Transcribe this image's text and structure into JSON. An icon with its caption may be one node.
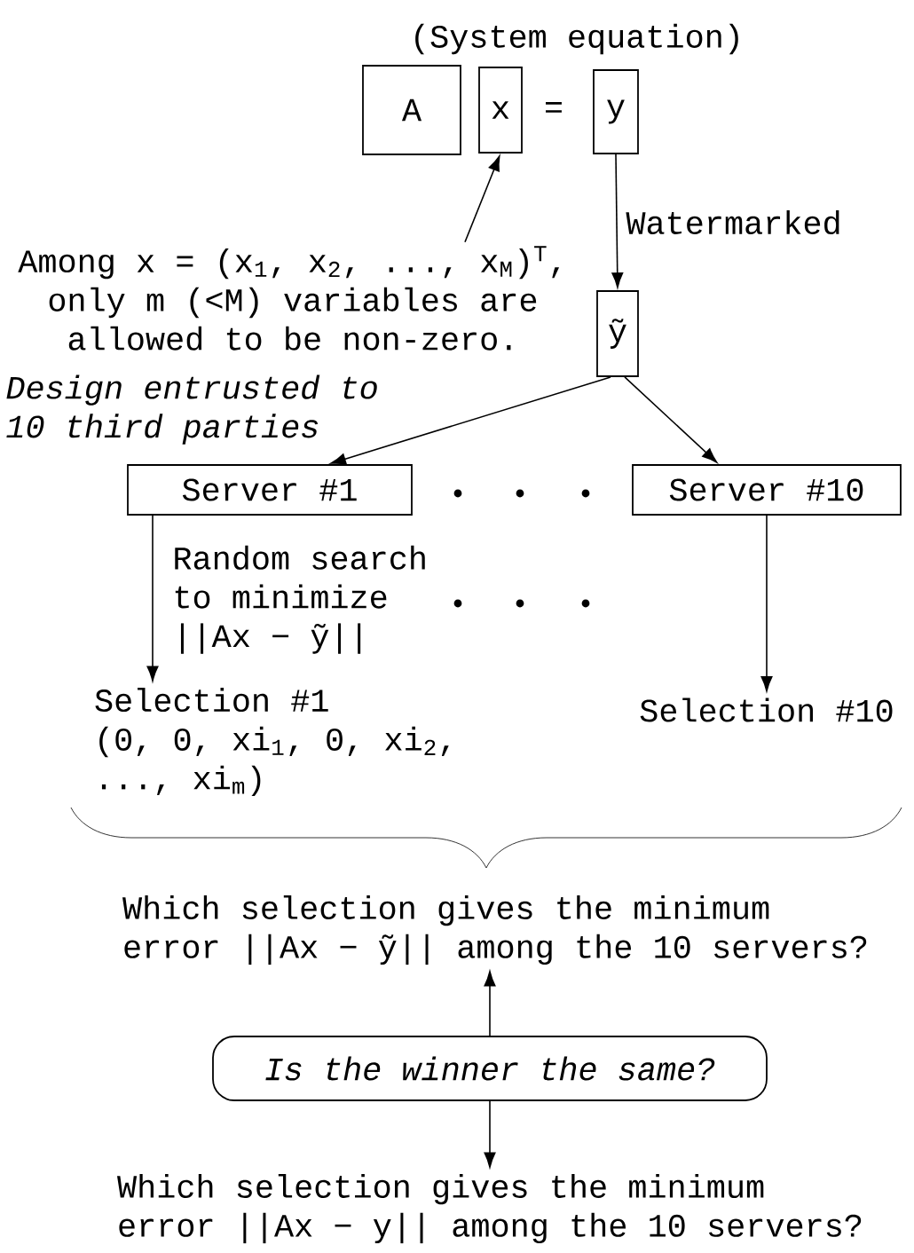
{
  "diagram": {
    "title": "(System equation)",
    "nodes": [
      {
        "text": [
          "A"
        ]
      },
      {
        "text": [
          "x"
        ]
      },
      {
        "text": [
          "y"
        ]
      },
      {
        "text": [
          "ỹ"
        ]
      },
      {
        "text": [
          "Among x = (x$_{1}$, x$_{2}$, ..., x$_{M}$)$^{T}$, only m (<M) variables are allowed to be non-zero."
        ]
      },
      {
        "text": [
          "Server #1"
        ]
      },
      {
        "text": [
          "Server #10"
        ]
      },
      {
        "text": [
          "Selection #1",
          "(0, 0, xi$_{1}$, 0, xi$_{2}$, ..., xi$_{m}$)"
        ]
      },
      {
        "text": [
          "Selection #10"
        ]
      },
      {
        "text": [
          "Which selection gives the minimum error ||Ax − ỹ|| among the 10 servers?"
        ]
      },
      {
        "text": [
          "Is the winner the same?"
        ]
      },
      {
        "text": [
          "Which selection gives the minimum error ||Ax − y|| among the 10 servers?"
        ]
      }
    ],
    "edges": [
      {
        "from": 4,
        "to": 1,
        "arrow": "to"
      },
      {
        "from": 2,
        "to": 3,
        "arrow": "to",
        "label": "Watermarked"
      },
      {
        "from": 3,
        "to": 5,
        "arrow": "to",
        "label": "Design entrusted to 10 third parties"
      },
      {
        "from": 3,
        "to": 6,
        "arrow": "to"
      },
      {
        "from": 5,
        "to": 7,
        "arrow": "to",
        "label": "Random search to minimize ||Ax − ỹ||"
      },
      {
        "from": 6,
        "to": 8,
        "arrow": "to"
      },
      {
        "from": 10,
        "to": 9,
        "arrow": "to"
      },
      {
        "from": 10,
        "to": 11,
        "arrow": "to"
      }
    ],
    "labels": [
      "="
    ]
  }
}
